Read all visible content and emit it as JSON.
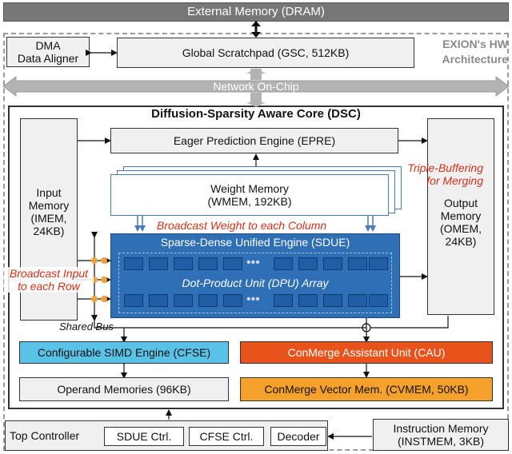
{
  "external_memory": "External Memory (DRAM)",
  "dma": {
    "line1": "DMA",
    "line2": "Data Aligner"
  },
  "gsc": "Global Scratchpad (GSC, 512KB)",
  "arch_title": {
    "line1": "EXION's HW",
    "line2": "Architecture"
  },
  "noc": "Network On-Chip",
  "dsc_title": "Diffusion-Sparsity Aware Core (DSC)",
  "epre": "Eager Prediction Engine (EPRE)",
  "input_memory": {
    "line1": "Input",
    "line2": "Memory",
    "line3": "(IMEM,",
    "line4": "24KB)"
  },
  "weight_memory": {
    "line1": "Weight Memory",
    "line2": "(WMEM, 192KB)"
  },
  "triple_buffering": {
    "line1": "Triple-Buffering",
    "line2": "for Merging"
  },
  "output_memory": {
    "line1": "Output",
    "line2": "Memory",
    "line3": "(OMEM,",
    "line4": "24KB)"
  },
  "broadcast_weight": "Broadcast Weight to each Column",
  "broadcast_input": {
    "line1": "Broadcast Input",
    "line2": "to each Row"
  },
  "sdue_title": "Sparse-Dense Unified Engine (SDUE)",
  "dpu_array": "Dot-Product Unit (DPU) Array",
  "shared_bus": "Shared Bus",
  "cfse": "Configurable SIMD Engine (CFSE)",
  "cau": "ConMerge Assistant Unit (CAU)",
  "operand_memories": "Operand Memories (96KB)",
  "cvmem": "ConMerge Vector Mem. (CVMEM, 50KB)",
  "top_controller": "Top Controller",
  "sdue_ctrl": "SDUE Ctrl.",
  "cfse_ctrl": "CFSE Ctrl.",
  "decoder": "Decoder",
  "instruction_memory": {
    "line1": "Instruction Memory",
    "line2": "(INSTMEM, 3KB)"
  },
  "colors": {
    "sdue_fill": "#2e6fb5",
    "dpu_cell": "#1f5ea4",
    "cfse_fill": "#5bc2e7",
    "cau_fill": "#e8531c",
    "cvmem_fill": "#f5a12c",
    "noc_arrow": "#b3b3b3",
    "header_bar": "#777777",
    "accent_red": "#d5311a",
    "dot": "#f0a23a"
  }
}
